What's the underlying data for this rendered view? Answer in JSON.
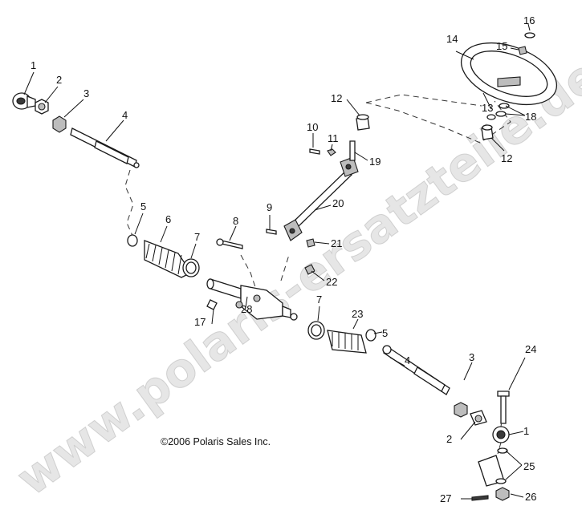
{
  "copyright": "©2006 Polaris Sales Inc.",
  "watermark": "www.polaris-ersatzteile.de",
  "callouts": [
    "1",
    "2",
    "3",
    "4",
    "5",
    "6",
    "7",
    "8",
    "9",
    "10",
    "11",
    "12",
    "12",
    "13",
    "14",
    "15",
    "16",
    "17",
    "18",
    "19",
    "20",
    "21",
    "22",
    "23",
    "24",
    "25",
    "26",
    "27",
    "28",
    "1",
    "2",
    "3",
    "4",
    "5",
    "7"
  ]
}
